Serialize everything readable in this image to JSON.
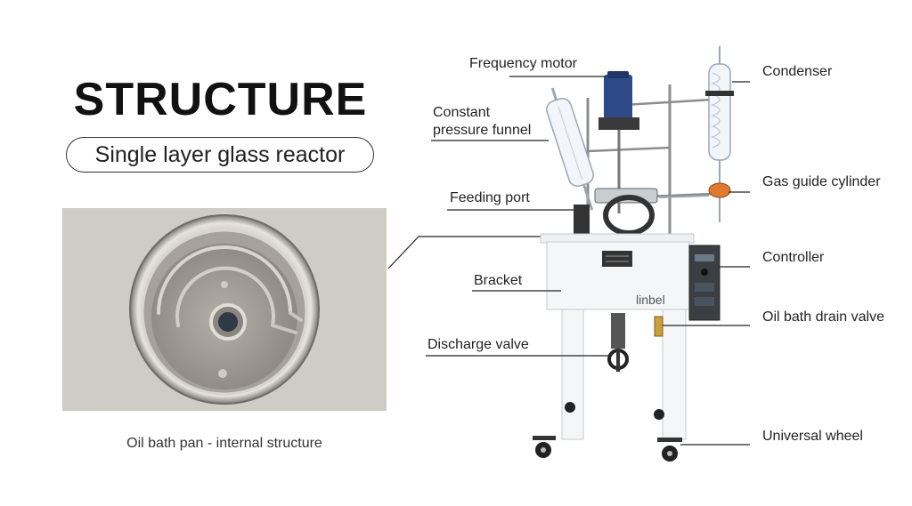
{
  "title": "STRUCTURE",
  "subtitle": "Single layer glass reactor",
  "caption": "Oil bath pan - internal structure",
  "brand_mark": "linbel",
  "labels": {
    "frequency_motor": "Frequency motor",
    "condenser": "Condenser",
    "constant_pressure_funnel_1": "Constant",
    "constant_pressure_funnel_2": "pressure funnel",
    "gas_guide_cylinder": "Gas guide cylinder",
    "feeding_port": "Feeding port",
    "controller": "Controller",
    "bracket": "Bracket",
    "oil_bath_drain_valve": "Oil bath drain valve",
    "discharge_valve": "Discharge valve",
    "universal_wheel": "Universal wheel"
  }
}
